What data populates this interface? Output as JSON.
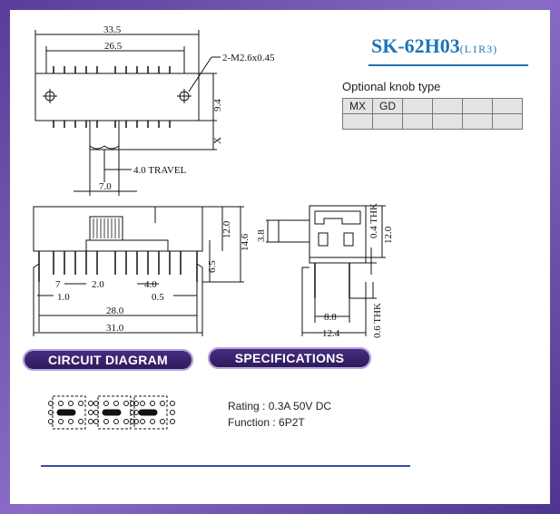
{
  "title": {
    "model": "SK-62H03",
    "variant": "(L1R3)"
  },
  "knob": {
    "label": "Optional knob type",
    "cells": [
      "MX",
      "GD",
      "",
      "",
      "",
      ""
    ]
  },
  "dims": {
    "d33_5": "33.5",
    "d26_5": "26.5",
    "hole": "2-M2.6x0.45",
    "d9_4": "9.4",
    "x": "X",
    "travel": "4.0 TRAVEL",
    "d7_0": "7.0",
    "d12_0": "12.0",
    "d14_6": "14.6",
    "d6_5": "6.5",
    "d2_0": "2.0",
    "d4_0": "4.0",
    "d1_0": "1.0",
    "d0_5": "0.5",
    "d28_0": "28.0",
    "d31_0": "31.0",
    "t7": "7",
    "d3_8": "3.8",
    "thk04": "0.4 THK",
    "d12_0b": "12.0",
    "d8_8": "8.8",
    "d12_4": "12.4",
    "thk06": "0.6 THK"
  },
  "sections": {
    "circuit": "CIRCUIT DIAGRAM",
    "specs": "SPECIFICATIONS"
  },
  "specs": {
    "rating": "Rating : 0.3A  50V  DC",
    "function": "Function : 6P2T"
  }
}
